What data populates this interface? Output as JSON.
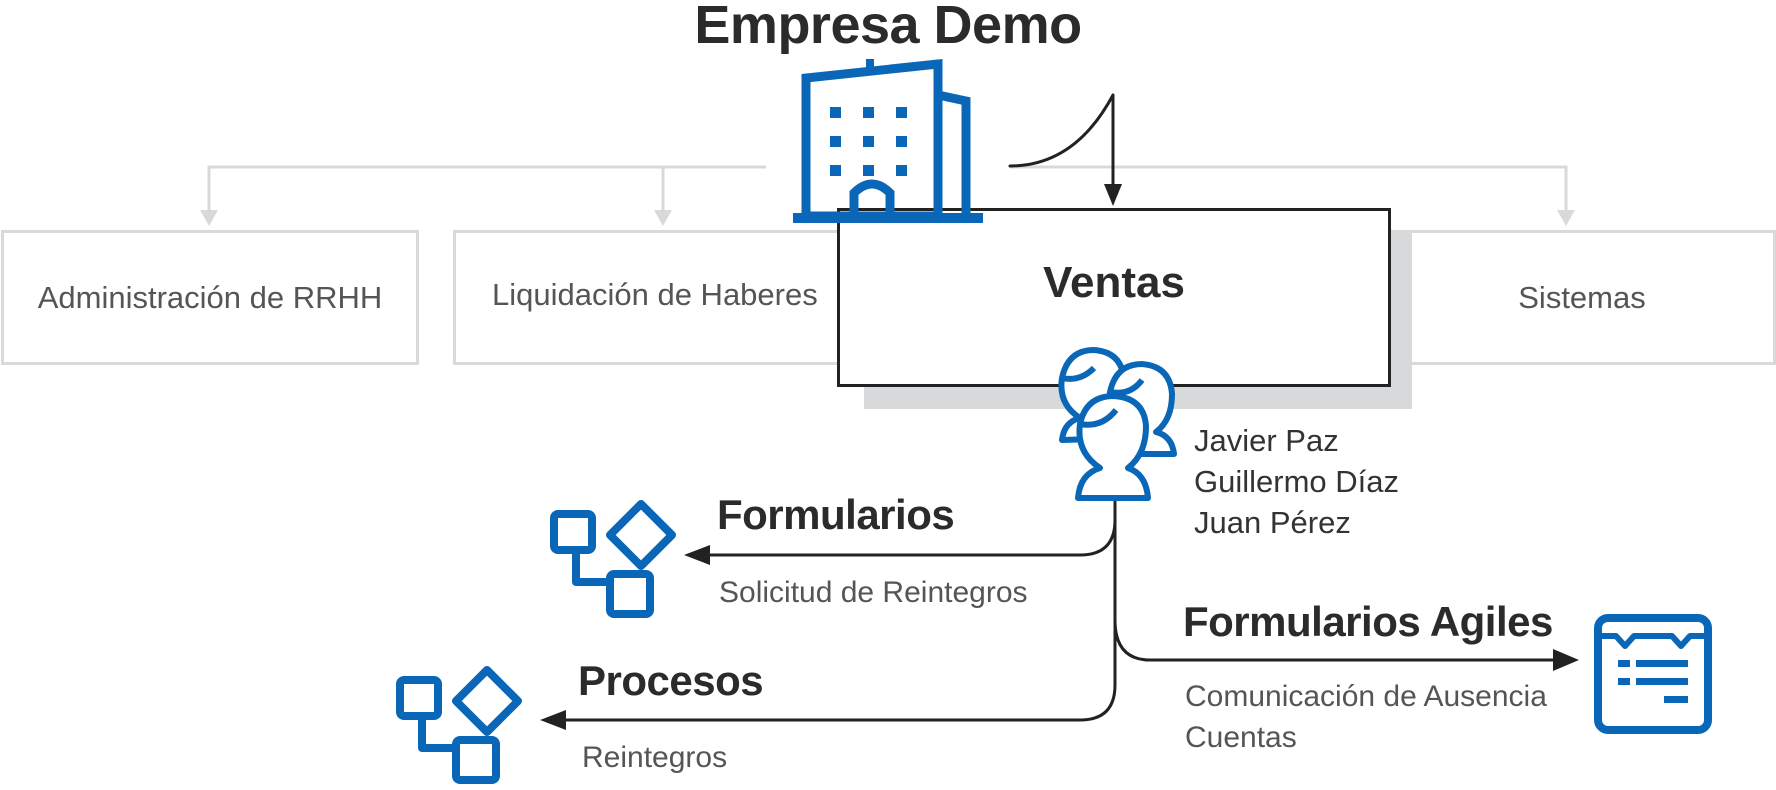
{
  "company": {
    "title": "Empresa Demo"
  },
  "departments": [
    {
      "label": "Administración de RRHH"
    },
    {
      "label": "Liquidación de Haberes"
    },
    {
      "label": "Sistemas"
    }
  ],
  "selected_department": {
    "label": "Ventas"
  },
  "team": {
    "members": [
      "Javier Paz",
      "Guillermo Díaz",
      "Juan Pérez"
    ]
  },
  "sections": {
    "forms": {
      "title": "Formularios",
      "items": [
        "Solicitud de Reintegros"
      ]
    },
    "processes": {
      "title": "Procesos",
      "items": [
        "Reintegros"
      ]
    },
    "agile_forms": {
      "title": "Formularios Agiles",
      "items": [
        "Comunicación de Ausencia",
        "Cuentas"
      ]
    }
  },
  "colors": {
    "accent": "#0a67b8",
    "connector": "#d9d9d9",
    "dark": "#222222",
    "shadow": "#d8d9db"
  },
  "icons": [
    "building-icon",
    "team-icon",
    "workflow-icon",
    "form-icon"
  ]
}
